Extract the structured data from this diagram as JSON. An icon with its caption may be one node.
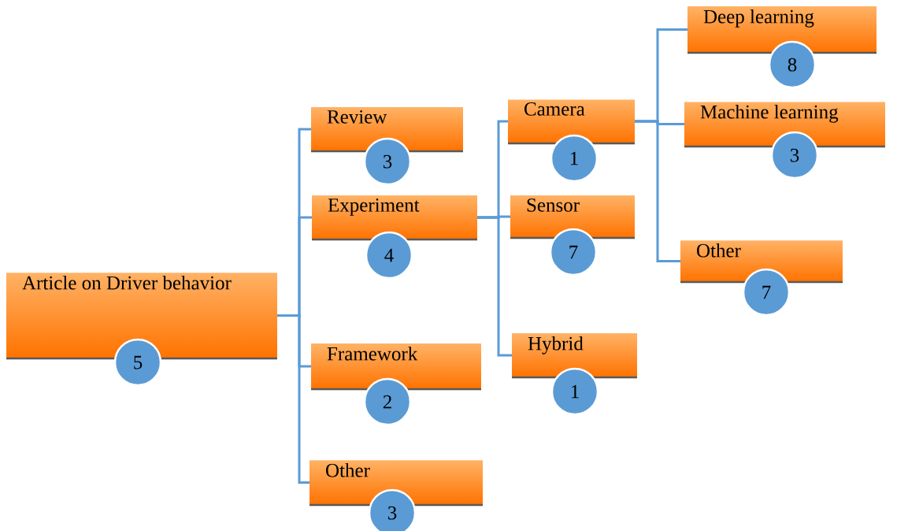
{
  "diagram": {
    "nodes": [
      {
        "text": [
          "Article on Driver behavior"
        ]
      },
      {
        "text": [
          "5"
        ]
      },
      {
        "text": [
          "Review"
        ]
      },
      {
        "text": [
          "3"
        ]
      },
      {
        "text": [
          "Experiment"
        ]
      },
      {
        "text": [
          "4"
        ]
      },
      {
        "text": [
          "Framework"
        ]
      },
      {
        "text": [
          "2"
        ]
      },
      {
        "text": [
          "Other"
        ]
      },
      {
        "text": [
          "3"
        ]
      },
      {
        "text": [
          "Camera"
        ]
      },
      {
        "text": [
          "1"
        ]
      },
      {
        "text": [
          "Sensor"
        ]
      },
      {
        "text": [
          "7"
        ]
      },
      {
        "text": [
          "Hybrid"
        ]
      },
      {
        "text": [
          "1"
        ]
      },
      {
        "text": [
          "Deep learning"
        ]
      },
      {
        "text": [
          "8"
        ]
      },
      {
        "text": [
          "Machine learning"
        ]
      },
      {
        "text": [
          "3"
        ]
      },
      {
        "text": [
          "Other"
        ]
      },
      {
        "text": [
          "7"
        ]
      }
    ],
    "edges": [
      {
        "from": 0,
        "to": 2,
        "arrow": "none"
      },
      {
        "from": 0,
        "to": 4,
        "arrow": "none"
      },
      {
        "from": 0,
        "to": 6,
        "arrow": "none"
      },
      {
        "from": 0,
        "to": 8,
        "arrow": "none"
      },
      {
        "from": 4,
        "to": 10,
        "arrow": "none"
      },
      {
        "from": 4,
        "to": 12,
        "arrow": "none"
      },
      {
        "from": 4,
        "to": 14,
        "arrow": "none"
      },
      {
        "from": 10,
        "to": 16,
        "arrow": "none"
      },
      {
        "from": 10,
        "to": 18,
        "arrow": "none"
      },
      {
        "from": 10,
        "to": 20,
        "arrow": "none"
      }
    ]
  }
}
